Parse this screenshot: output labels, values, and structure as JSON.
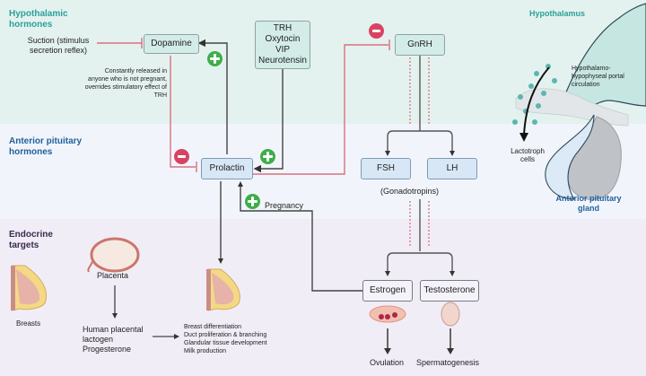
{
  "sections": {
    "hypothalamic": "Hypothalamic hormones",
    "anterior_pituitary": "Anterior pituitary hormones",
    "endocrine_targets": "Endocrine targets"
  },
  "nodes": {
    "dopamine": "Dopamine",
    "trh_group": [
      "TRH",
      "Oxytocin",
      "VIP",
      "Neurotensin"
    ],
    "gnrh": "GnRH",
    "prolactin": "Prolactin",
    "fsh": "FSH",
    "lh": "LH",
    "estrogen": "Estrogen",
    "testosterone": "Testosterone"
  },
  "labels": {
    "suction": "Suction (stimulus secretion reflex)",
    "dopamine_note": "Constantly released in anyone who is not pregnant, overrides stimulatory effect of TRH",
    "pregnancy": "Pregnancy",
    "gonadotropins": "(Gonadotropins)",
    "placenta": "Placenta",
    "breasts": "Breasts",
    "placental_hormones": [
      "Human placental",
      "lactogen",
      "Progesterone"
    ],
    "breast_effects": [
      "Breast differentiation",
      "Duct proliferation & branching",
      "Glandular tissue development",
      "Milk production"
    ],
    "ovulation": "Ovulation",
    "spermatogenesis": "Spermatogenesis",
    "hypothalamus": "Hypothalamus",
    "portal_circulation": "Hypothalamo-hypophyseal portal circulation",
    "lactotroph": "Lactotroph cells",
    "anterior_gland": "Anterior pituitary gland"
  },
  "colors": {
    "stimulate": "#3fae49",
    "inhibit": "#d94363",
    "hypothalamic_label": "#2aa198",
    "pituitary_label": "#1f5f9e"
  }
}
